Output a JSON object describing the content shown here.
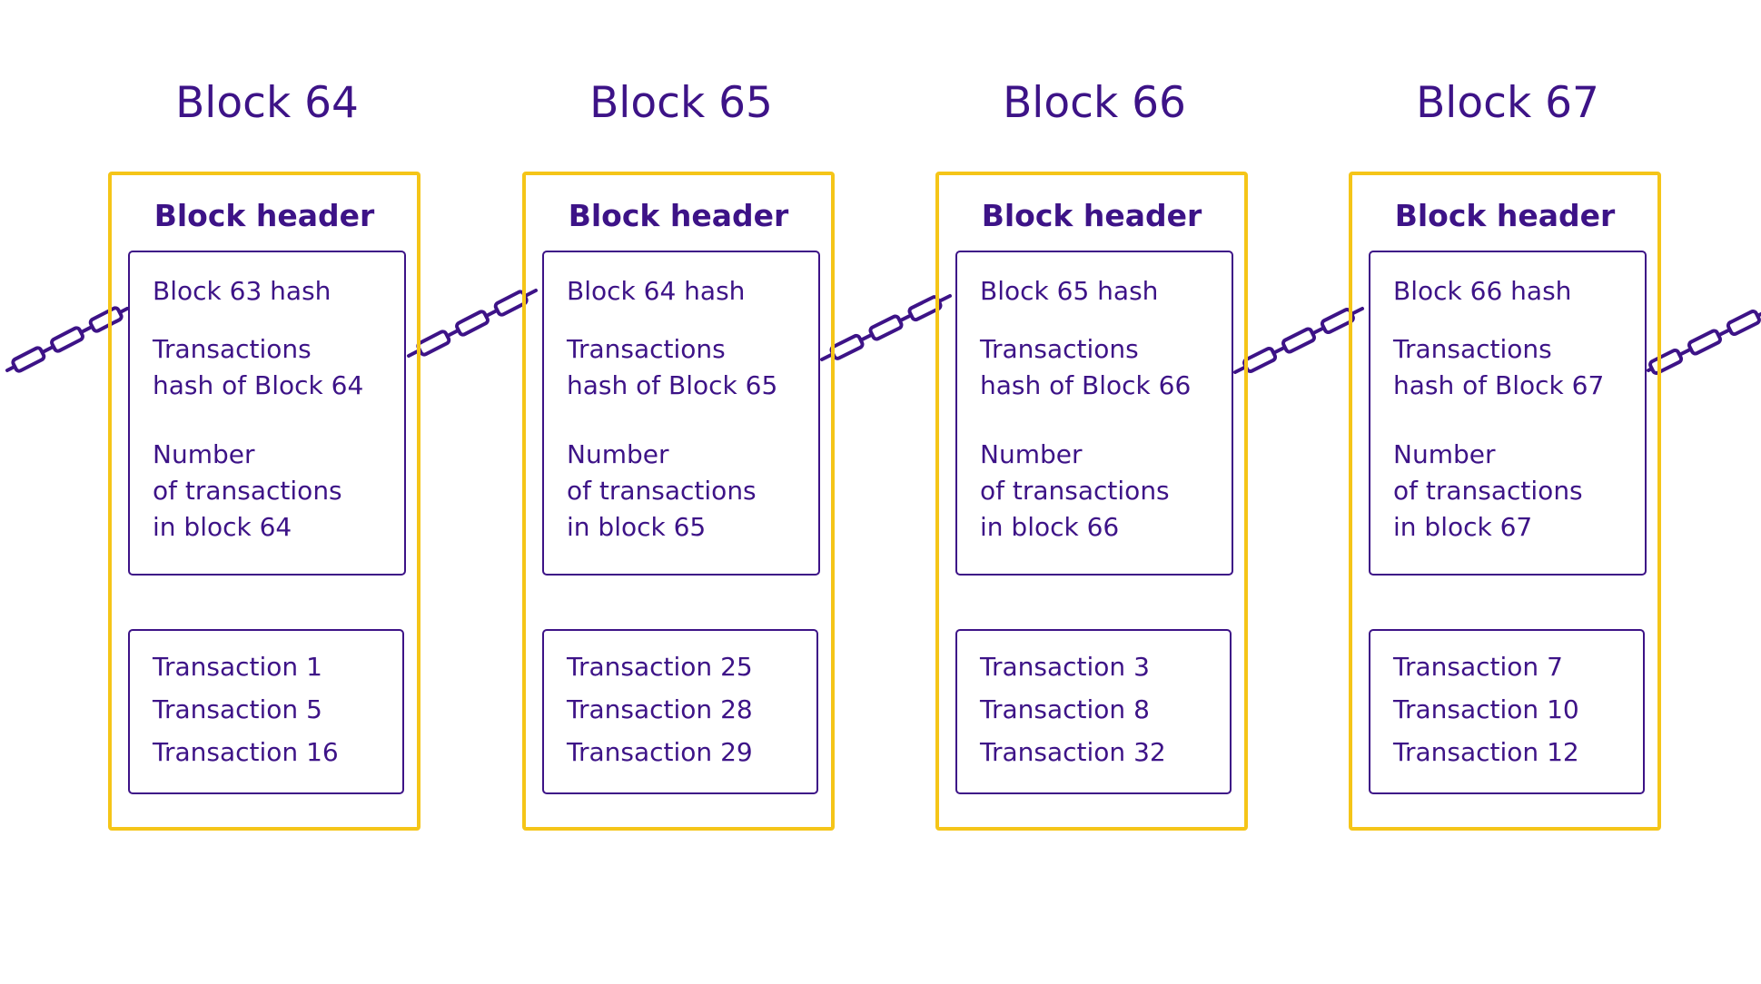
{
  "colors": {
    "text": "#3d1387",
    "frame": "#f5c518",
    "chain": "#3d1387",
    "background": "#ffffff"
  },
  "blocks": [
    {
      "title": "Block 64",
      "header_label": "Block header",
      "prev_hash": "Block 63 hash",
      "tx_hash": [
        "Transactions",
        "hash of Block 64"
      ],
      "tx_count": [
        "Number",
        "of transactions",
        "in block 64"
      ],
      "transactions": [
        "Transaction 1",
        "Transaction 5",
        "Transaction 16"
      ]
    },
    {
      "title": "Block 65",
      "header_label": "Block header",
      "prev_hash": "Block 64 hash",
      "tx_hash": [
        "Transactions",
        "hash of Block 65"
      ],
      "tx_count": [
        "Number",
        "of transactions",
        "in block 65"
      ],
      "transactions": [
        "Transaction 25",
        "Transaction 28",
        "Transaction 29"
      ]
    },
    {
      "title": "Block 66",
      "header_label": "Block header",
      "prev_hash": "Block 65 hash",
      "tx_hash": [
        "Transactions",
        "hash of Block 66"
      ],
      "tx_count": [
        "Number",
        "of transactions",
        "in block 66"
      ],
      "transactions": [
        "Transaction 3",
        "Transaction 8",
        "Transaction 32"
      ]
    },
    {
      "title": "Block 67",
      "header_label": "Block header",
      "prev_hash": "Block 66 hash",
      "tx_hash": [
        "Transactions",
        "hash of Block 67"
      ],
      "tx_count": [
        "Number",
        "of transactions",
        "in block 67"
      ],
      "transactions": [
        "Transaction 7",
        "Transaction 10",
        "Transaction 12"
      ]
    }
  ]
}
